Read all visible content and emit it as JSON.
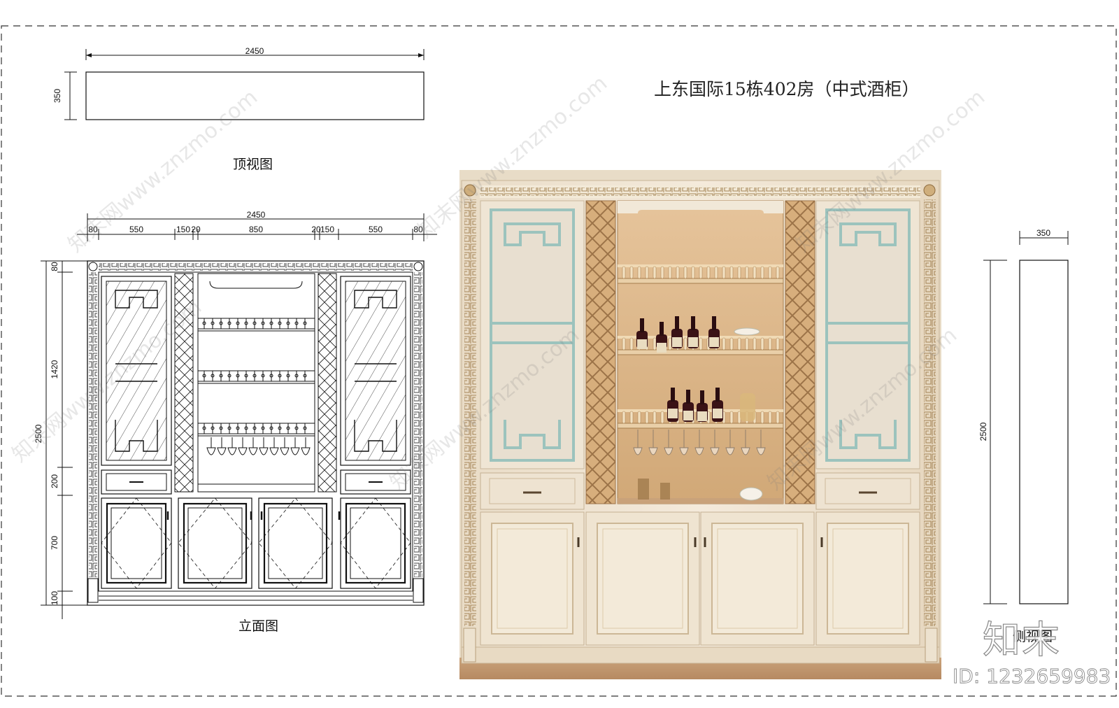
{
  "title": "上东国际15栋402房（中式酒柜）",
  "views": {
    "top": "顶视图",
    "front": "立面图",
    "side": "侧视图"
  },
  "dims": {
    "top_width": "2450",
    "top_depth": "350",
    "front_width": "2450",
    "front_segments": [
      "80",
      "550",
      "150",
      "20",
      "850",
      "20",
      "150",
      "550",
      "80"
    ],
    "front_height": "2500",
    "front_rows": [
      "80",
      "1420",
      "200",
      "700",
      "100"
    ],
    "side_depth": "350",
    "side_height": "2500"
  },
  "watermark": {
    "text": "知末网www.znzmo.com",
    "logo": "知末",
    "id": "ID: 1232659983"
  },
  "colors": {
    "cabinet": "#efe3cf",
    "wood": "#c99a63",
    "glass_frame": "#9cc3bd",
    "line": "#111111"
  }
}
